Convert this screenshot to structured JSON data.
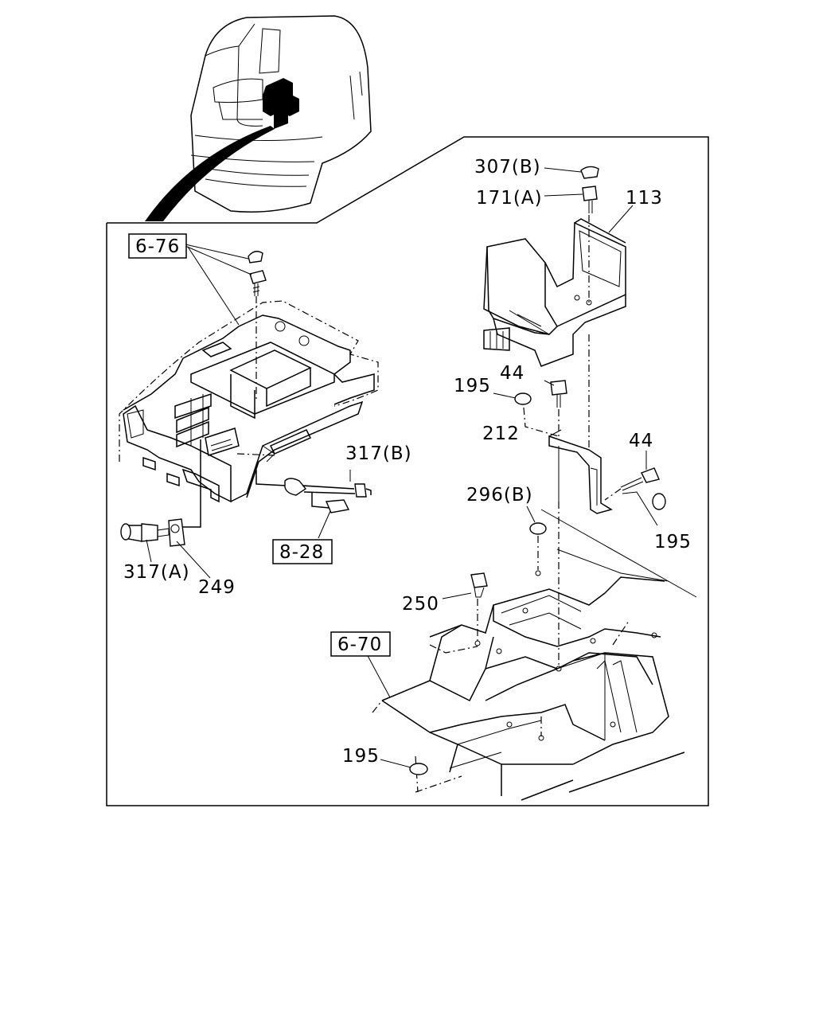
{
  "refs": {
    "r676": "6-76",
    "r828": "8-28",
    "r670": "6-70"
  },
  "labels": {
    "p307b": "307(B)",
    "p171a": "171(A)",
    "p113": "113",
    "p44a": "44",
    "p195a": "195",
    "p212": "212",
    "p44b": "44",
    "p296b": "296(B)",
    "p195b": "195",
    "p317b": "317(B)",
    "p317a": "317(A)",
    "p249": "249",
    "p250": "250",
    "p195c": "195"
  }
}
